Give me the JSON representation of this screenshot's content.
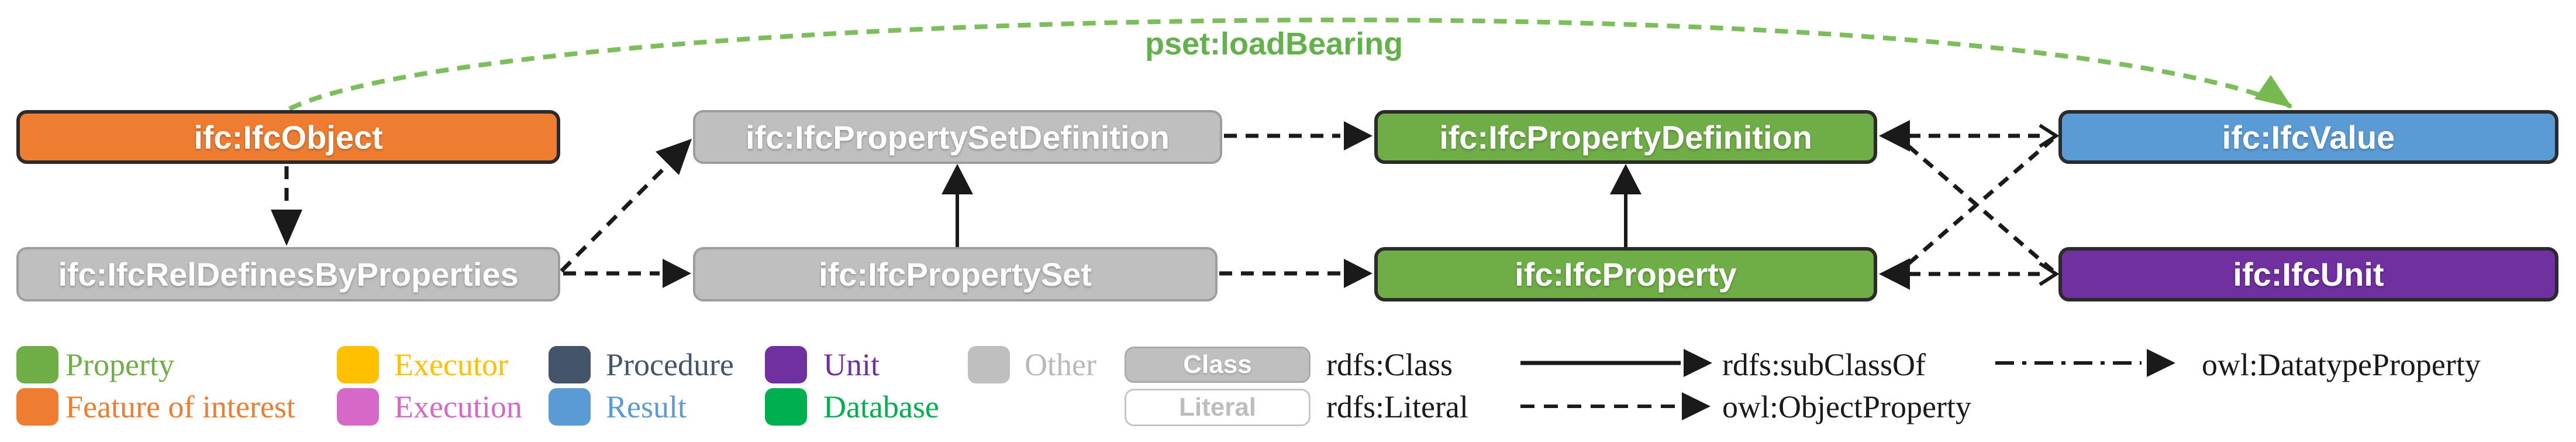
{
  "diagram": {
    "arc_label": "pset:loadBearing",
    "arc_color": "#7BBE5B",
    "nodes": [
      {
        "id": "ifc-object",
        "label": "ifc:IfcObject",
        "category": "feature-of-interest",
        "color": "#EE7D31"
      },
      {
        "id": "ifc-property-set-definition",
        "label": "ifc:IfcPropertySetDefinition",
        "category": "other",
        "color": "#BFBFBF"
      },
      {
        "id": "ifc-property-definition",
        "label": "ifc:IfcPropertyDefinition",
        "category": "property",
        "color": "#6FAE47"
      },
      {
        "id": "ifc-value",
        "label": "ifc:IfcValue",
        "category": "result",
        "color": "#5B9BD5"
      },
      {
        "id": "ifc-rel-defines-by-properties",
        "label": "ifc:IfcRelDefinesByProperties",
        "category": "other",
        "color": "#BFBFBF"
      },
      {
        "id": "ifc-property-set",
        "label": "ifc:IfcPropertySet",
        "category": "other",
        "color": "#BFBFBF"
      },
      {
        "id": "ifc-property",
        "label": "ifc:IfcProperty",
        "category": "property",
        "color": "#6FAE47"
      },
      {
        "id": "ifc-unit",
        "label": "ifc:IfcUnit",
        "category": "unit",
        "color": "#7030A0"
      }
    ],
    "edges": [
      {
        "from": "ifc:IfcObject",
        "to": "ifc:IfcRelDefinesByProperties",
        "style": "dashed",
        "type": "owl:ObjectProperty"
      },
      {
        "from": "ifc:IfcRelDefinesByProperties",
        "to": "ifc:IfcPropertySetDefinition",
        "style": "dashed",
        "type": "owl:ObjectProperty"
      },
      {
        "from": "ifc:IfcRelDefinesByProperties",
        "to": "ifc:IfcPropertySet",
        "style": "dashed",
        "type": "owl:ObjectProperty"
      },
      {
        "from": "ifc:IfcPropertySet",
        "to": "ifc:IfcPropertySetDefinition",
        "style": "solid",
        "type": "rdfs:subClassOf"
      },
      {
        "from": "ifc:IfcPropertySetDefinition",
        "to": "ifc:IfcPropertyDefinition",
        "style": "dashed",
        "type": "owl:ObjectProperty"
      },
      {
        "from": "ifc:IfcProperty",
        "to": "ifc:IfcPropertyDefinition",
        "style": "solid",
        "type": "rdfs:subClassOf"
      },
      {
        "from": "ifc:IfcPropertySet",
        "to": "ifc:IfcProperty",
        "style": "dashed",
        "type": "owl:ObjectProperty"
      },
      {
        "from": "ifc:IfcValue",
        "to": "ifc:IfcPropertyDefinition",
        "style": "dashed",
        "type": "owl:ObjectProperty",
        "bidirectional": true
      },
      {
        "from": "ifc:IfcUnit",
        "to": "ifc:IfcPropertyDefinition",
        "style": "dashed",
        "type": "owl:ObjectProperty",
        "bidirectional": true
      },
      {
        "from": "ifc:IfcProperty",
        "to": "ifc:IfcValue",
        "style": "dashed",
        "type": "owl:ObjectProperty",
        "bidirectional": true
      },
      {
        "from": "ifc:IfcProperty",
        "to": "ifc:IfcUnit",
        "style": "dashed",
        "type": "owl:ObjectProperty",
        "bidirectional": true
      },
      {
        "from": "ifc:IfcObject",
        "to": "ifc:IfcValue",
        "style": "dashed-green-arc",
        "label": "pset:loadBearing"
      }
    ]
  },
  "legend": {
    "categories": [
      {
        "label": "Property",
        "color": "#6FAE47"
      },
      {
        "label": "Executor",
        "color": "#FFC000"
      },
      {
        "label": "Procedure",
        "color": "#44546A"
      },
      {
        "label": "Unit",
        "color": "#7030A0"
      },
      {
        "label": "Other",
        "color": "#BFBFBF"
      },
      {
        "label": "Feature of interest",
        "color": "#EE7D31"
      },
      {
        "label": "Execution",
        "color": "#D668C8"
      },
      {
        "label": "Result",
        "color": "#5B9BD5"
      },
      {
        "label": "Database",
        "color": "#00B050"
      }
    ],
    "node_types": [
      {
        "label": "Class",
        "desc": "rdfs:Class",
        "fill": "#BFBFBF",
        "text_color": "#ffffff"
      },
      {
        "label": "Literal",
        "desc": "rdfs:Literal",
        "fill": "#ffffff",
        "text_color": "#bdbdbd"
      }
    ],
    "edge_types": [
      {
        "style": "solid",
        "label": "rdfs:subClassOf"
      },
      {
        "style": "dashed",
        "label": "owl:ObjectProperty"
      },
      {
        "style": "dash-dot",
        "label": "owl:DatatypeProperty"
      }
    ]
  }
}
